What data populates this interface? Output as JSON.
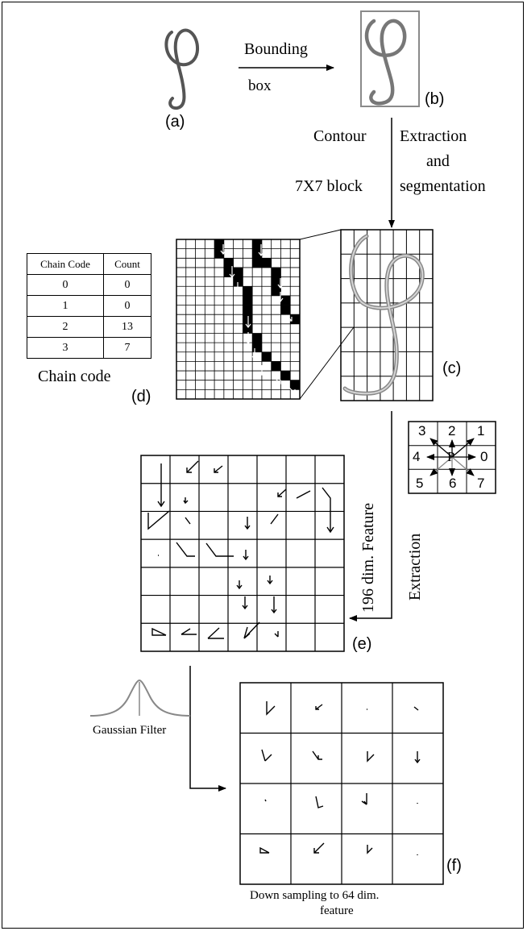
{
  "labels": {
    "a": "(a)",
    "b": "(b)",
    "c": "(c)",
    "d": "(d)",
    "e": "(e)",
    "f": "(f)"
  },
  "steps": {
    "bounding_top": "Bounding",
    "bounding_bottom": "box",
    "contour": "Contour",
    "extraction": "Extraction",
    "and": "and",
    "block": "7X7 block",
    "segmentation": "segmentation",
    "feature_196": "196 dim. Feature",
    "feature_extraction": "Extraction",
    "gaussian": "Gaussian Filter",
    "downsample_line1": "Down sampling to 64 dim.",
    "downsample_line2": "feature"
  },
  "chain_table": {
    "headers": [
      "Chain Code",
      "Count"
    ],
    "rows": [
      [
        "0",
        "0"
      ],
      [
        "1",
        "0"
      ],
      [
        "2",
        "13"
      ],
      [
        "3",
        "7"
      ]
    ],
    "caption": "Chain code"
  },
  "direction_grid": {
    "rows": [
      [
        "3",
        "2",
        "1"
      ],
      [
        "4",
        "P",
        "0"
      ],
      [
        "5",
        "6",
        "7"
      ]
    ]
  },
  "icons": {
    "character": "handwritten-character-icon",
    "gaussian": "gaussian-curve-icon"
  }
}
